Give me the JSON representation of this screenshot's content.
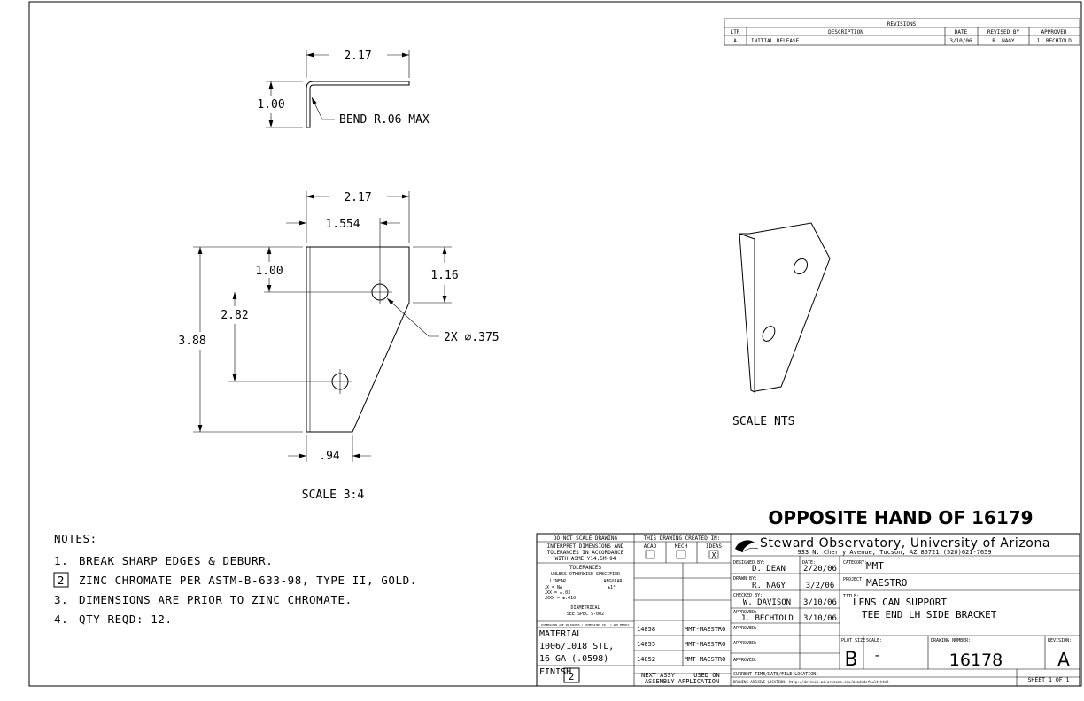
{
  "revisions": {
    "title": "REVISIONS",
    "headers": {
      "ltr": "LTR",
      "description": "DESCRIPTION",
      "date": "DATE",
      "revised_by": "REVISED BY",
      "approved": "APPROVED"
    },
    "rows": [
      {
        "ltr": "A",
        "description": "INITIAL RELEASE",
        "date": "3/10/06",
        "revised_by": "R. NAGY",
        "approved": "J. BECHTOLD"
      }
    ]
  },
  "top_view": {
    "width_dim": "2.17",
    "height_dim": "1.00",
    "bend_note": "BEND R.06 MAX"
  },
  "front_view": {
    "width_dim": "2.17",
    "hole_x_dim": "1.554",
    "hole_top_dim": "1.00",
    "right_height_dim": "1.16",
    "hole_spacing_dim": "2.82",
    "overall_height_dim": "3.88",
    "hole_callout": "2X ⌀.375",
    "bottom_width_dim": ".94",
    "scale": "SCALE 3:4"
  },
  "iso_view": {
    "scale": "SCALE NTS"
  },
  "opposite_hand": "OPPOSITE HAND OF 16179",
  "notes": {
    "title": "NOTES:",
    "items": [
      {
        "num": "1.",
        "text": "BREAK SHARP EDGES & DEBURR."
      },
      {
        "num": "2",
        "text": "ZINC CHROMATE PER ASTM-B-633-98, TYPE II, GOLD."
      },
      {
        "num": "3.",
        "text": "DIMENSIONS ARE PRIOR TO ZINC CHROMATE."
      },
      {
        "num": "4.",
        "text": "QTY REQD: 12."
      }
    ]
  },
  "title_block": {
    "do_not_scale": "DO NOT SCALE DRAWING",
    "interpret_1": "INTERPRET DIMENSIONS AND",
    "interpret_2": "TOLERANCES IN ACCORDANCE",
    "interpret_3": "WITH ASME Y14.5M-94",
    "tolerances_title": "TOLERANCES",
    "tolerances_sub": "UNLESS OTHERWISE SPECIFIED",
    "linear": "LINEAR",
    "angular": "ANGULAR",
    "tol_x": ".X   = NA",
    "tol_xx": ".XX  = ±.03",
    "tol_xxx": ".XXX = ±.010",
    "tol_ang": "±1°",
    "diametrical": "DIAMETRICAL",
    "see_spec": "SEE SPEC S-002",
    "dimension_note": "DIMENSIONS ARE IN INCHES / DIMENSIONS IN [ ] ARE METRIC",
    "material_label": "MATERIAL",
    "material_1": "1006/1018 STL,",
    "material_2": "16 GA (.0598)",
    "finish_label": "FINISH",
    "finish_value": "2",
    "created_in": "THIS DRAWING CREATED IN:",
    "acad": "ACAD",
    "mech": "MECH",
    "ideas": "IDEAS",
    "ideas_mark": "X",
    "assy_rows": [
      {
        "num": "14858",
        "name": "MMT-MAESTRO"
      },
      {
        "num": "14855",
        "name": "MMT-MAESTRO"
      },
      {
        "num": "14852",
        "name": "MMT-MAESTRO"
      }
    ],
    "next_assy": "NEXT ASSY",
    "used_on": "USED ON",
    "assembly_application": "ASSEMBLY APPLICATION",
    "company": "Steward Observatory, University of Arizona",
    "address": "933 N. Cherry Avenue, Tucson, AZ  85721   (520)621-7659",
    "designed_by_label": "DESIGNED BY:",
    "designed_by": "D. DEAN",
    "date_label": "DATE:",
    "designed_date": "2/20/06",
    "drawn_by_label": "DRAWN BY:",
    "drawn_by": "R. NAGY",
    "drawn_date": "3/2/06",
    "checked_by_label": "CHECKED BY:",
    "checked_by": "W. DAVISON",
    "checked_date": "3/10/06",
    "approved_label": "APPROVED:",
    "approved_by": "J. BECHTOLD",
    "approved_date": "3/10/06",
    "category_label": "CATEGORY:",
    "category": "MMT",
    "project_label": "PROJECT:",
    "project": "MAESTRO",
    "title_label": "TITLE:",
    "title_1": "LENS CAN SUPPORT",
    "title_2": "TEE END LH SIDE BRACKET",
    "plot_size_label": "PLOT SIZE",
    "plot_size": "B",
    "scale_label": "SCALE:",
    "scale": "-",
    "drawing_number_label": "DRAWING NUMBER:",
    "drawing_number": "16178",
    "revision_label": "REVISION:",
    "revision": "A",
    "file_location_label": "CURRENT TIME/DATE/FILE LOCATION:",
    "archive_label": "DRAWING ARCHIVE LOCATION: http://devinci.as.arizona.edu/mcad/default.html",
    "sheet": "SHEET 1 OF 1"
  }
}
